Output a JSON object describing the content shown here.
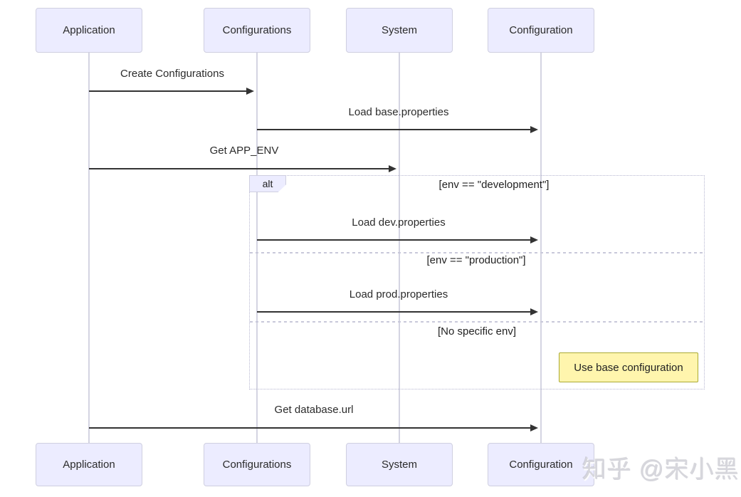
{
  "diagram": {
    "type": "sequence-diagram",
    "participants": [
      {
        "name": "Application"
      },
      {
        "name": "Configurations"
      },
      {
        "name": "System"
      },
      {
        "name": "Configuration"
      }
    ],
    "messages": [
      {
        "label": "Create Configurations",
        "from": "Application",
        "to": "Configurations"
      },
      {
        "label": "Load base.properties",
        "from": "Configurations",
        "to": "Configuration"
      },
      {
        "label": "Get APP_ENV",
        "from": "Application",
        "to": "System"
      },
      {
        "label": "Load dev.properties",
        "from": "Configurations",
        "to": "Configuration"
      },
      {
        "label": "Load prod.properties",
        "from": "Configurations",
        "to": "Configuration"
      },
      {
        "label": "Get database.url",
        "from": "Application",
        "to": "Configuration"
      }
    ],
    "alt": {
      "label": "alt",
      "conditions": [
        "[env == \"development\"]",
        "[env == \"production\"]",
        "[No specific env]"
      ]
    },
    "note": {
      "text": "Use base configuration",
      "attached_to": "Configuration"
    },
    "watermark": {
      "text": "知乎 @宋小黑"
    },
    "colors": {
      "participant_fill": "#ECECFF",
      "participant_border": "#CFCFE0",
      "note_fill": "#FFF5AD",
      "note_border": "#AAAA33",
      "arrow": "#333333",
      "frame_border": "#B6B6D0",
      "lifeline": "#D4D4E2"
    }
  }
}
